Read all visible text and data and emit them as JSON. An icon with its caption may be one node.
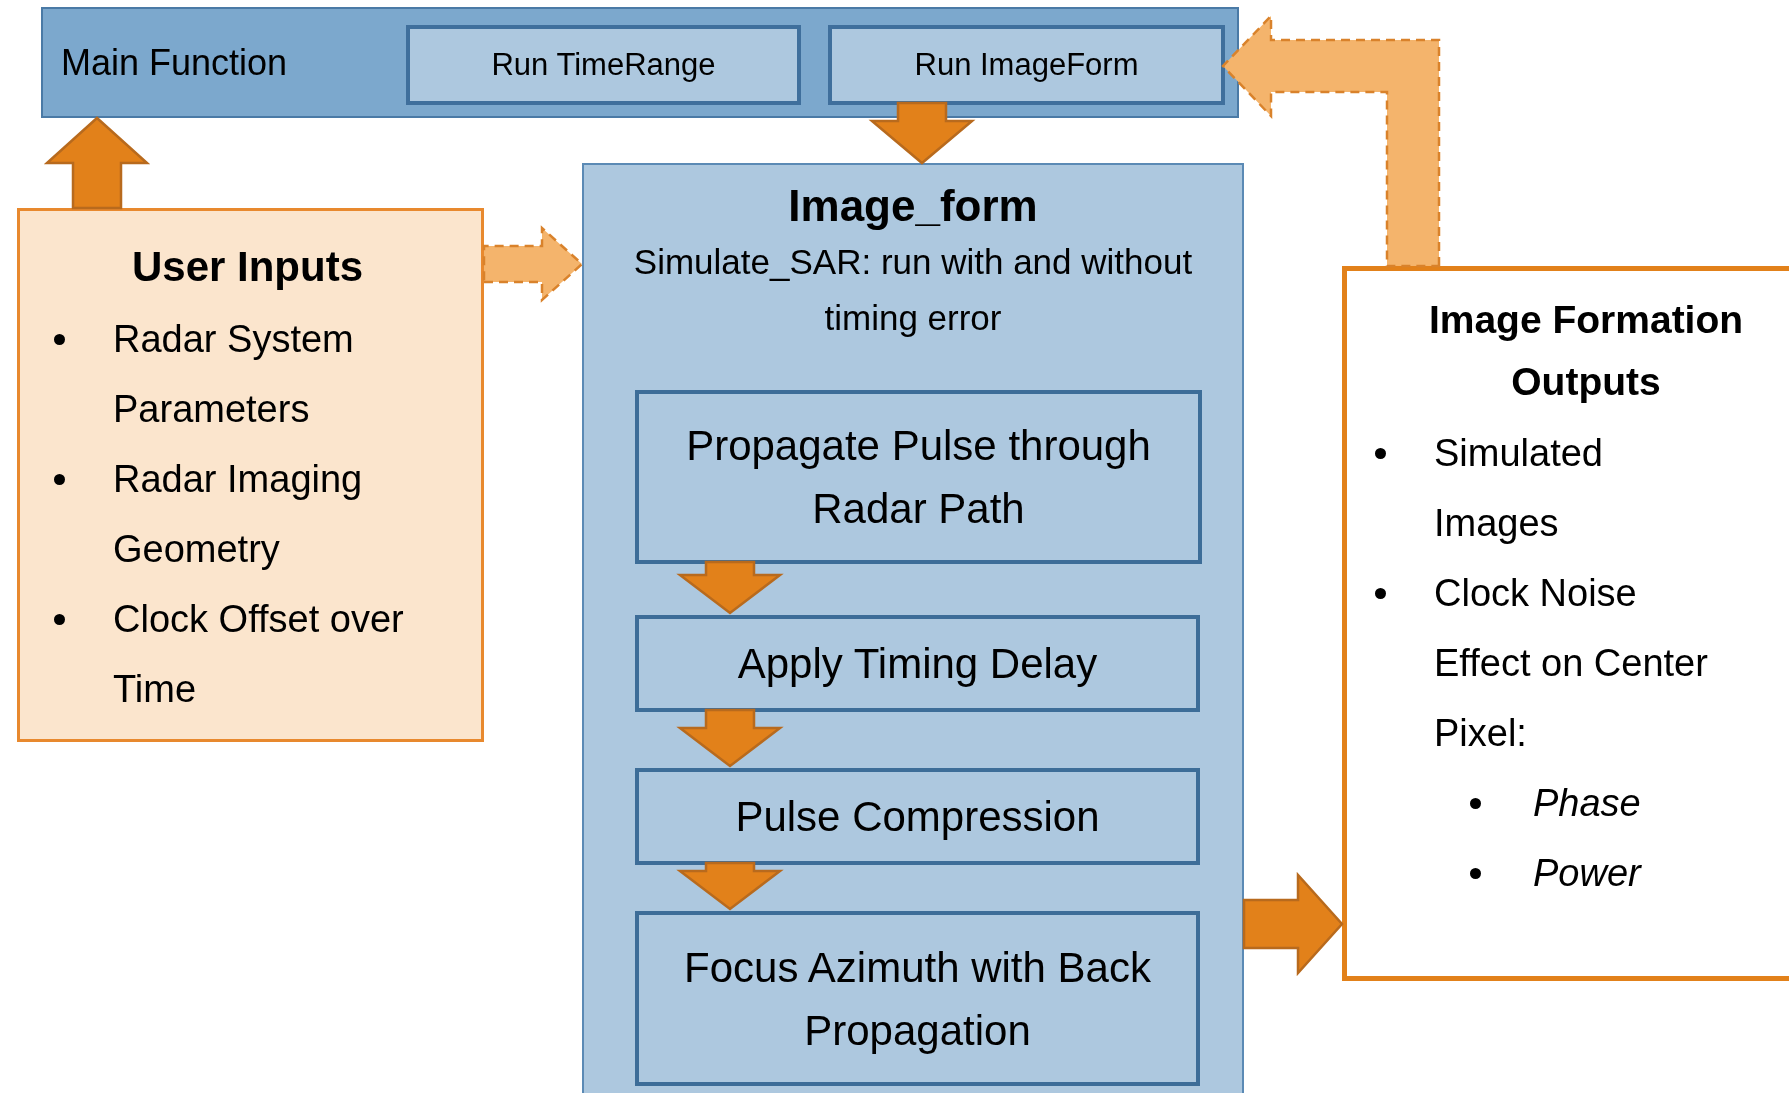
{
  "diagram": {
    "nodes": [
      {
        "text": [
          "Main Function"
        ]
      },
      {
        "text": [
          "Run TimeRange"
        ],
        "in": 0
      },
      {
        "text": [
          "Run ImageForm"
        ],
        "in": 0
      },
      {
        "text": [
          "User Inputs",
          "Radar System Parameters",
          "Radar Imaging Geometry",
          "Clock Offset over Time"
        ]
      },
      {
        "text": [
          "Image_form",
          "Simulate_SAR: run with and without timing error"
        ]
      },
      {
        "text": [
          "Propagate Pulse through Radar Path"
        ],
        "in": 4
      },
      {
        "text": [
          "Apply Timing Delay"
        ],
        "in": 4
      },
      {
        "text": [
          "Pulse Compression"
        ],
        "in": 4
      },
      {
        "text": [
          "Focus Azimuth with Back Propagation"
        ],
        "in": 4
      },
      {
        "text": [
          "Image Formation Outputs",
          "Simulated Images",
          "Clock Noise Effect on Center Pixel:",
          "Phase",
          "Power"
        ]
      }
    ],
    "edges": [
      {
        "from": 3,
        "to": 0,
        "arrow": "to"
      },
      {
        "from": 3,
        "to": 4,
        "arrow": "to",
        "style": "dashed",
        "color": "#f4b46c"
      },
      {
        "from": 2,
        "to": 4,
        "arrow": "to"
      },
      {
        "from": 5,
        "to": 6,
        "arrow": "to"
      },
      {
        "from": 6,
        "to": 7,
        "arrow": "to"
      },
      {
        "from": 7,
        "to": 8,
        "arrow": "to"
      },
      {
        "from": 4,
        "to": 9,
        "arrow": "to"
      },
      {
        "from": 9,
        "to": 2,
        "arrow": "to",
        "style": "dashed",
        "color": "#f4b46c"
      }
    ]
  }
}
